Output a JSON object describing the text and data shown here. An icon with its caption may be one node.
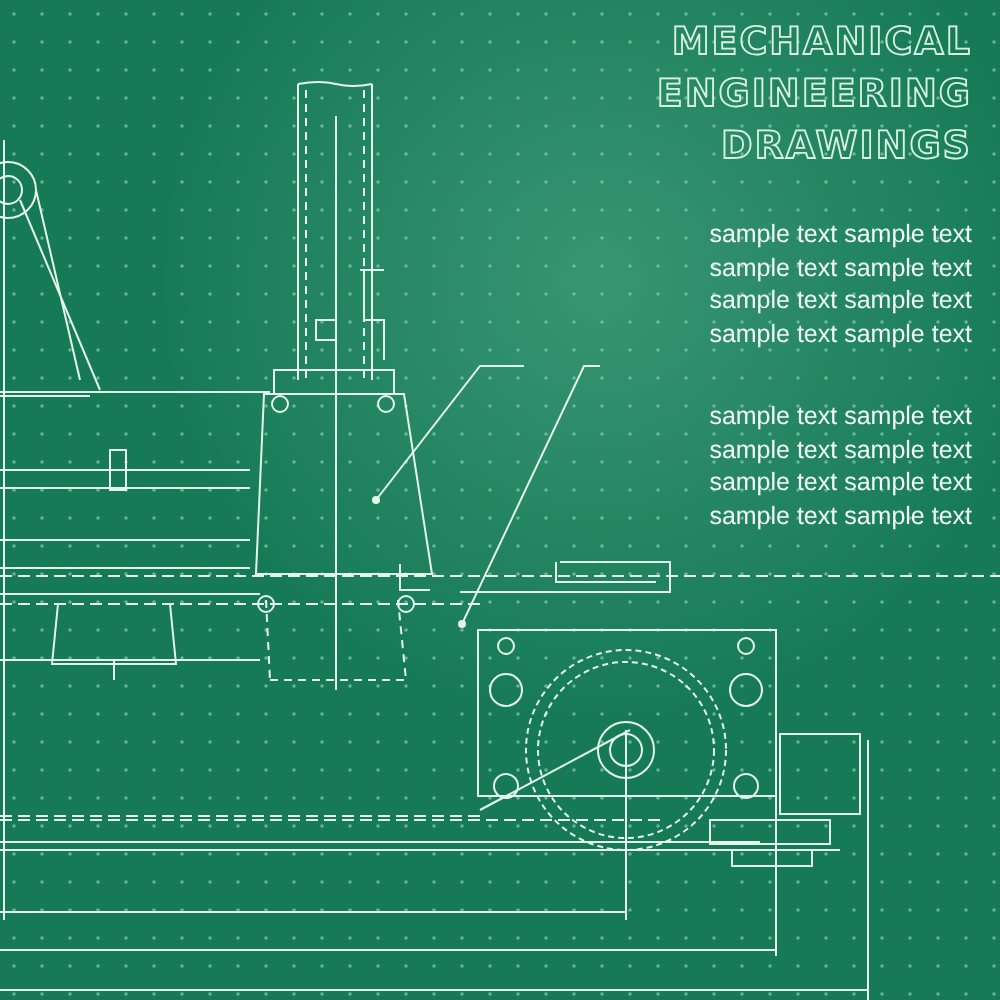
{
  "diagram": {
    "title": "MECHANICAL ENGINEERING DRAWINGS",
    "labels": [
      "sample text sample text",
      "sample text sample text",
      "sample text sample text",
      "sample text sample text",
      "sample text sample text",
      "sample text sample text",
      "sample text sample text",
      "sample text sample text"
    ]
  }
}
